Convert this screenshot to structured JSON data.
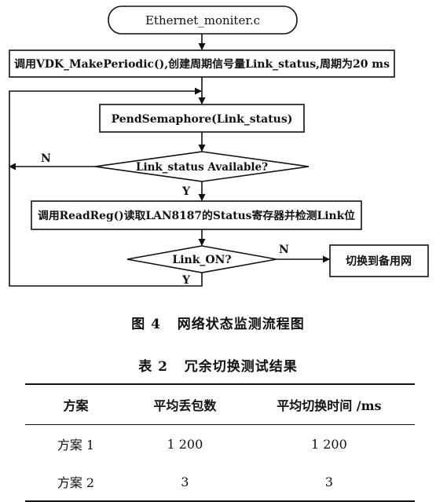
{
  "flowchart": {
    "start": "Ethernet_moniter.c",
    "step1": "调用VDK_MakePeriodic(),创建周期信号量Link_status,周期为20 ms",
    "step2": "PendSemaphore(Link_status)",
    "decision1": "Link_status Available?",
    "decision1_no": "N",
    "decision1_yes": "Y",
    "step3": "调用ReadReg()读取LAN8187的Status寄存器并检测Link位",
    "decision2": "Link_ON?",
    "decision2_no": "N",
    "decision2_yes": "Y",
    "switch_box": "切换到备用网"
  },
  "figure_caption": "图 4   网络状态监测流程图",
  "table": {
    "title": "表 2   冗余切换测试结果",
    "headers": [
      "方案",
      "平均丢包数",
      "平均切换时间 /ms"
    ],
    "rows": [
      [
        "方案 1",
        "1 200",
        "1 200"
      ],
      [
        "方案 2",
        "3",
        "3"
      ]
    ]
  }
}
